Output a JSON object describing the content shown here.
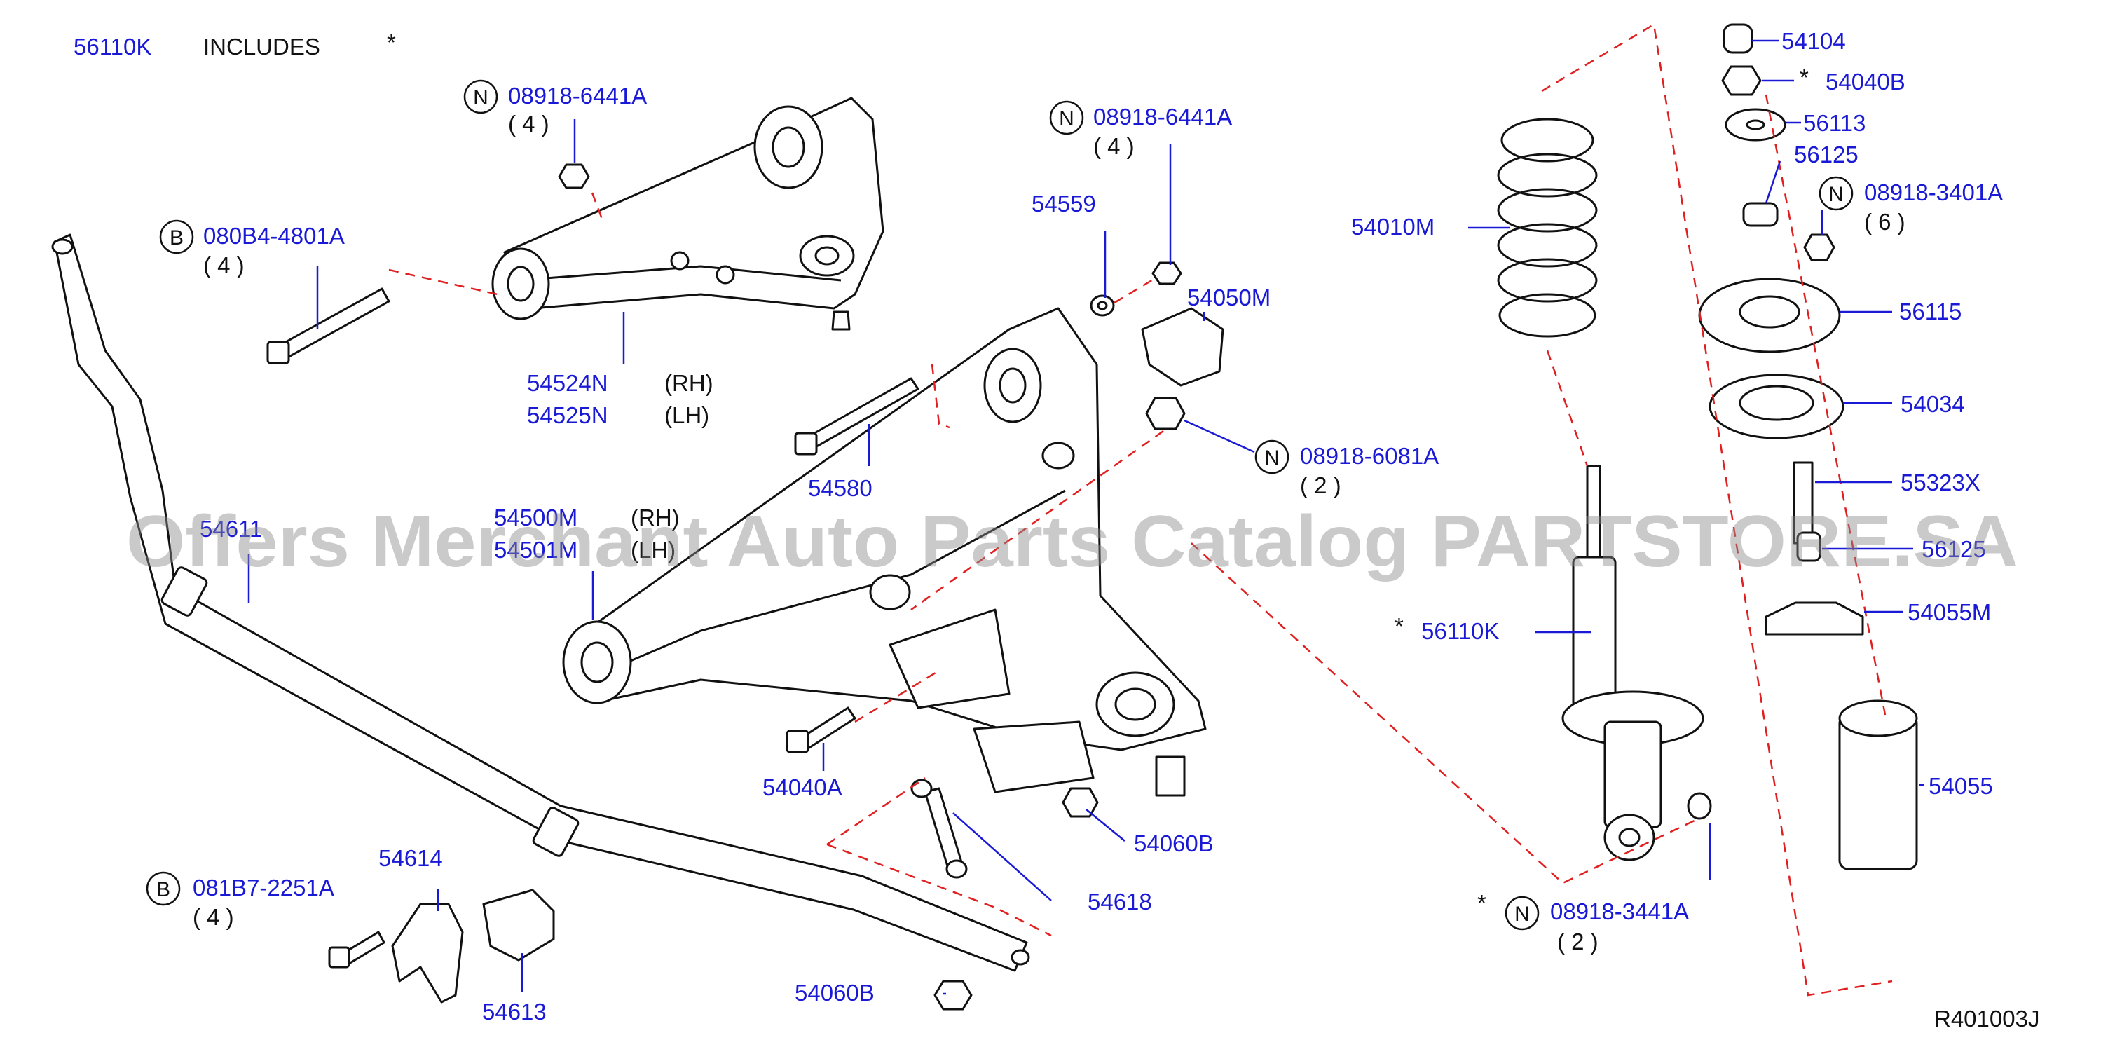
{
  "header": {
    "kit_part": "56110K",
    "includes_text": "INCLUDES",
    "asterisk": "*"
  },
  "watermark": "Offers Merchant Auto Parts Catalog PARTSTORE.SA",
  "diagram_id": "R401003J",
  "callouts": [
    {
      "prefix": "N",
      "part": "08918-6441A",
      "qty": "( 4 )"
    },
    {
      "prefix": "B",
      "part": "080B4-4801A",
      "qty": "( 4 )"
    },
    {
      "part": "54524N",
      "side": "(RH)"
    },
    {
      "part": "54525N",
      "side": "(LH)"
    },
    {
      "prefix": "N",
      "part": "08918-6441A",
      "qty": "( 4 )"
    },
    {
      "part": "54559"
    },
    {
      "part": "54050M"
    },
    {
      "part": "54580"
    },
    {
      "prefix": "N",
      "part": "08918-6081A",
      "qty": "( 2 )"
    },
    {
      "part": "54500M",
      "side": "(RH)"
    },
    {
      "part": "54501M",
      "side": "(LH)"
    },
    {
      "part": "54611"
    },
    {
      "part": "54040A"
    },
    {
      "part": "54060B"
    },
    {
      "part": "54618"
    },
    {
      "prefix": "B",
      "part": "081B7-2251A",
      "qty": "( 4 )"
    },
    {
      "part": "54614"
    },
    {
      "part": "54613"
    },
    {
      "part": "54060B"
    },
    {
      "part": "54010M"
    },
    {
      "part": "56110K",
      "mark": "*"
    },
    {
      "prefix": "N",
      "part": "08918-3441A",
      "qty": "( 2 )",
      "mark": "*"
    },
    {
      "part": "54104"
    },
    {
      "part": "54040B",
      "mark": "*"
    },
    {
      "part": "56113"
    },
    {
      "part": "56125"
    },
    {
      "prefix": "N",
      "part": "08918-3401A",
      "qty": "( 6 )"
    },
    {
      "part": "56115"
    },
    {
      "part": "54034"
    },
    {
      "part": "55323X"
    },
    {
      "part": "56125"
    },
    {
      "part": "54055M"
    },
    {
      "part": "54055"
    }
  ]
}
